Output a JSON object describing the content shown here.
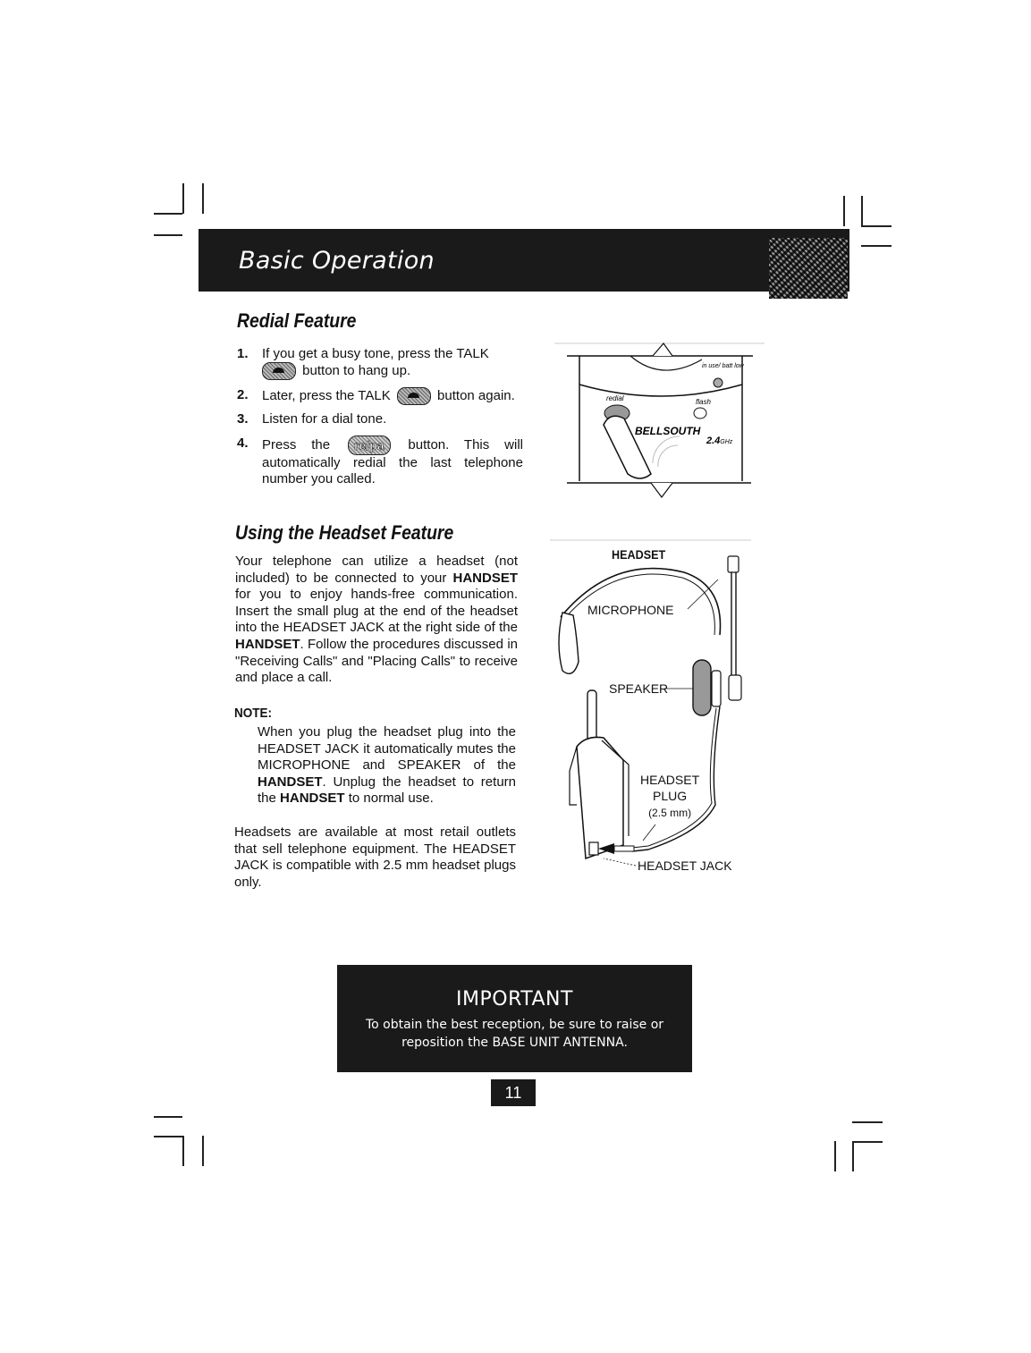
{
  "header": {
    "title": "Basic Operation"
  },
  "redial": {
    "heading": "Redial Feature",
    "steps": [
      {
        "num": "1.",
        "pre": "If you get a busy tone, press the TALK",
        "post": "button to hang up."
      },
      {
        "num": "2.",
        "pre": "Later, press the TALK",
        "post": "button again."
      },
      {
        "num": "3.",
        "text": "Listen for a dial tone."
      },
      {
        "num": "4.",
        "pre": "Press the",
        "button": "re/pa",
        "post": "button. This will automatically redial the last telephone number you called."
      }
    ],
    "diagram": {
      "in_use_label": "in use/ batt low",
      "redial_label": "redial",
      "flash_label": "flash",
      "brand": "BELLSOUTH",
      "freq": "2.4",
      "freq_unit": "GHz"
    }
  },
  "headset": {
    "heading": "Using the Headset Feature",
    "para1_a": "Your telephone can utilize a headset (not included) to be connected to your ",
    "para1_b": "HANDSET",
    "para1_c": " for you to enjoy hands-free communication. Insert the small plug at the end of the headset into the HEADSET JACK at the right side of the ",
    "para1_d": "HANDSET",
    "para1_e": ". Follow the procedures discussed in \"Receiving Calls\" and \"Placing Calls\" to receive and place a call.",
    "note_label": "NOTE:",
    "note_a": "When you plug the headset plug into the HEADSET JACK it automatically mutes the MICROPHONE and SPEAKER of the ",
    "note_b": "HANDSET",
    "note_c": ". Unplug the headset to return the ",
    "note_d": "HANDSET",
    "note_e": " to normal use.",
    "para2": "Headsets are available at most retail outlets that sell telephone equipment. The HEADSET JACK is compatible with 2.5 mm headset plugs only.",
    "diagram": {
      "headset_label": "HEADSET",
      "microphone_label": "MICROPHONE",
      "speaker_label": "SPEAKER",
      "plug_label_1": "HEADSET",
      "plug_label_2": "PLUG",
      "plug_size": "(2.5 mm)",
      "jack_label": "HEADSET JACK"
    }
  },
  "important": {
    "title": "IMPORTANT",
    "text": "To obtain the best reception, be sure to raise or reposition the BASE UNIT ANTENNA."
  },
  "page_number": "11"
}
